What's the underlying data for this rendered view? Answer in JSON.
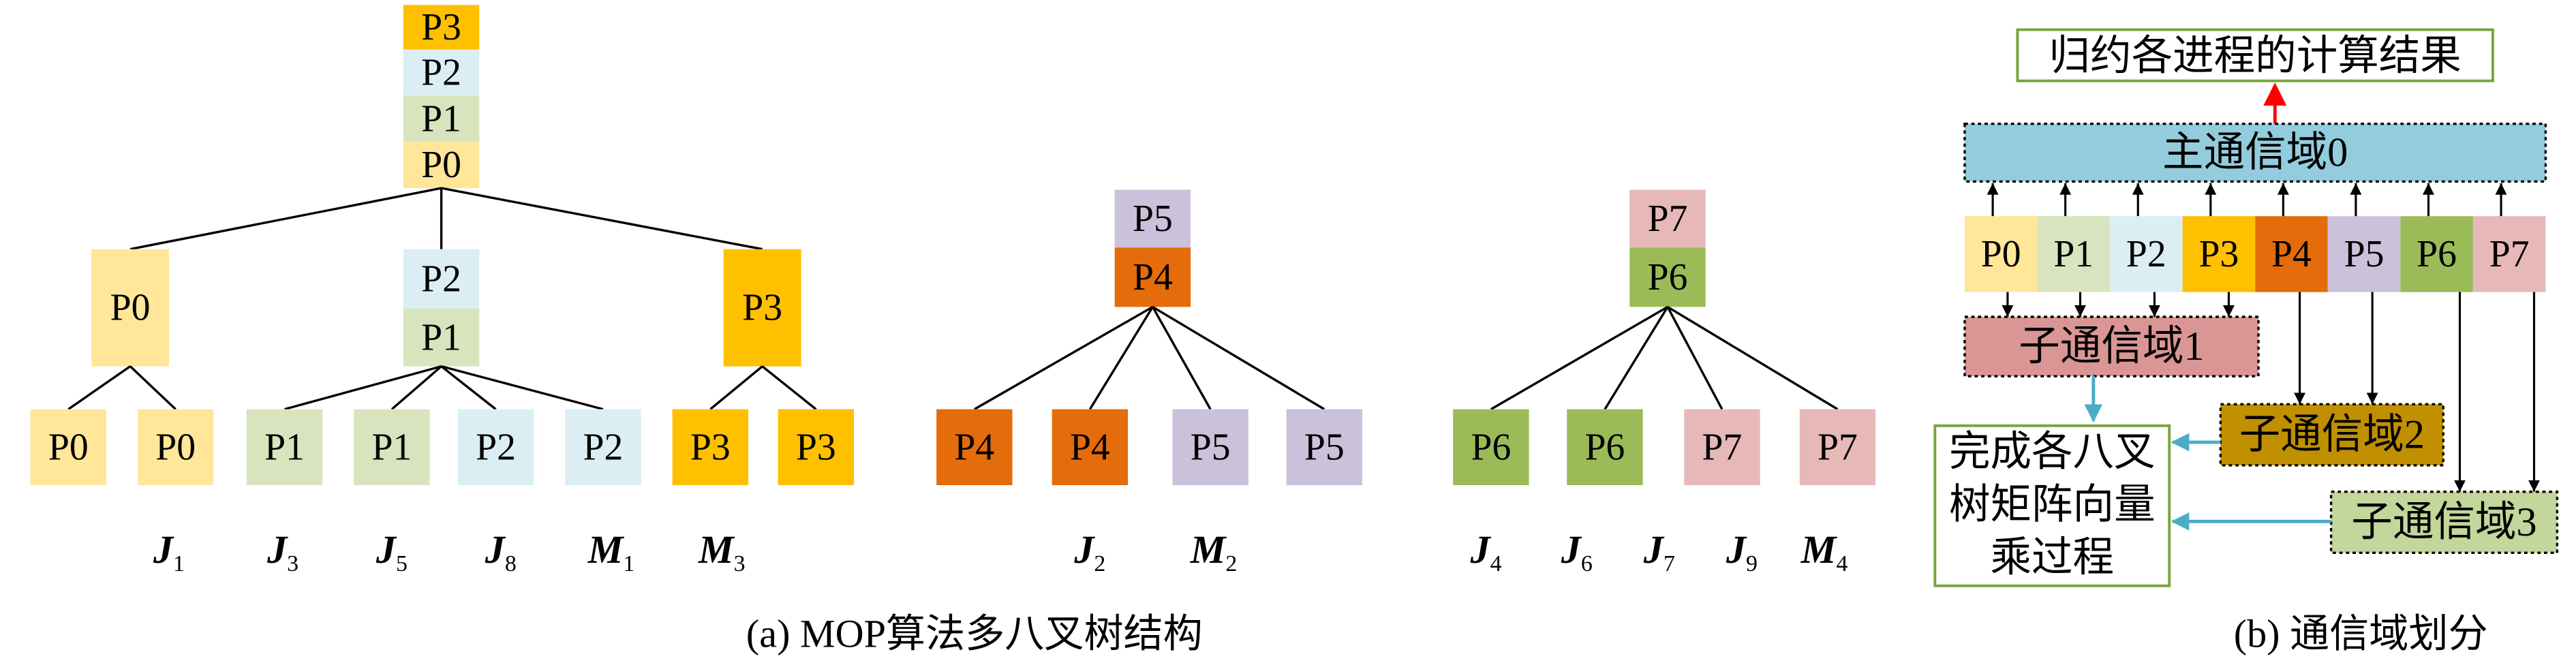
{
  "colors": {
    "p0": "#FFE699",
    "p1": "#D7E4BD",
    "p2": "#DBEEF4",
    "p3": "#FFC000",
    "p4": "#E46C0A",
    "p5": "#CCC1DA",
    "p6": "#9BBB59",
    "p7": "#E6B9B8",
    "main_domain": "#93CDDD",
    "sub_domain_1": "#D99694",
    "sub_domain_2": "#C09000",
    "sub_domain_3": "#C3D69B",
    "box_border": "#77A33C",
    "reduce_arrow": "#FF0000",
    "flow_arrow": "#4BACC6",
    "line": "#000000"
  },
  "panel_a": {
    "caption": "(a) MOP算法多八叉树结构",
    "tree_1": {
      "root": [
        "P3",
        "P2",
        "P1",
        "P0"
      ],
      "children": [
        [
          "P0"
        ],
        [
          "P2",
          "P1"
        ],
        [
          "P3"
        ]
      ],
      "leaves": [
        "P0",
        "P0",
        "P1",
        "P1",
        "P2",
        "P2",
        "P3",
        "P3"
      ],
      "labels": [
        {
          "letter": "J",
          "sub": "1"
        },
        {
          "letter": "J",
          "sub": "3"
        },
        {
          "letter": "J",
          "sub": "5"
        },
        {
          "letter": "J",
          "sub": "8"
        },
        {
          "letter": "M",
          "sub": "1"
        },
        {
          "letter": "M",
          "sub": "3"
        }
      ]
    },
    "tree_2": {
      "root": [
        "P5",
        "P4"
      ],
      "leaves": [
        "P4",
        "P4",
        "P5",
        "P5"
      ],
      "labels": [
        {
          "letter": "J",
          "sub": "2"
        },
        {
          "letter": "M",
          "sub": "2"
        }
      ]
    },
    "tree_3": {
      "root": [
        "P7",
        "P6"
      ],
      "leaves": [
        "P6",
        "P6",
        "P7",
        "P7"
      ],
      "labels": [
        {
          "letter": "J",
          "sub": "4"
        },
        {
          "letter": "J",
          "sub": "6"
        },
        {
          "letter": "J",
          "sub": "7"
        },
        {
          "letter": "J",
          "sub": "9"
        },
        {
          "letter": "M",
          "sub": "4"
        }
      ]
    }
  },
  "panel_b": {
    "caption": "(b) 通信域划分",
    "reduce_box": "归约各进程的计算结果",
    "main_domain": "主通信域0",
    "processes": [
      "P0",
      "P1",
      "P2",
      "P3",
      "P4",
      "P5",
      "P6",
      "P7"
    ],
    "sub_domains": [
      "子通信域1",
      "子通信域2",
      "子通信域3"
    ],
    "compute_box": [
      "完成各八叉",
      "树矩阵向量",
      "乘过程"
    ]
  }
}
